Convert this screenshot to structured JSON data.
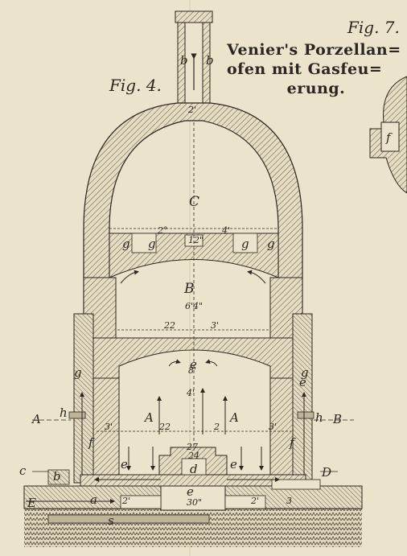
{
  "figure_labels": {
    "fig4": "Fig. 4.",
    "fig7": "Fig. 7."
  },
  "title_lines": [
    "Venier's Porzellan=",
    "ofen mit Gasfeu=",
    "erung."
  ],
  "labels": {
    "C": "C",
    "B": "B",
    "A_left": "A",
    "A_right": "A",
    "d": "d",
    "e_chamber": "e",
    "E": "E",
    "b": "b",
    "a": "a",
    "s": "s",
    "f_left": "f",
    "f_right": "f",
    "f_fig7": "f",
    "g1": "g",
    "g2": "g",
    "g3": "g",
    "g4": "g",
    "h_left": "h",
    "h_right": "h",
    "b_chimney_left": "b",
    "b_chimney_right": "b",
    "c_left": "c",
    "D_right": "D",
    "section_A": "A",
    "section_B": "B",
    "section_C": "C",
    "e_left": "e",
    "e_right": "e",
    "e_lower_left": "e",
    "e_lower_right": "e",
    "g_side_left": "g",
    "g_side_right": "g"
  },
  "dimensions": {
    "chimney": "2'",
    "dome_top_left": "2°",
    "dome_top_right": "4'",
    "dome_centre": "12\"",
    "b_height": "6'4\"",
    "b_width_left": "22",
    "b_width_right": "3'",
    "a_height": "8'",
    "a_height_lower": "4'",
    "a_width_left": "3'",
    "a_width_centre": "22",
    "a_width_right": "3'",
    "a_width_far": "2",
    "d_top": "27",
    "d_mid": "24",
    "e_width": "30\"",
    "base_left": "2'",
    "base_right": "2'",
    "base_far": "3"
  }
}
